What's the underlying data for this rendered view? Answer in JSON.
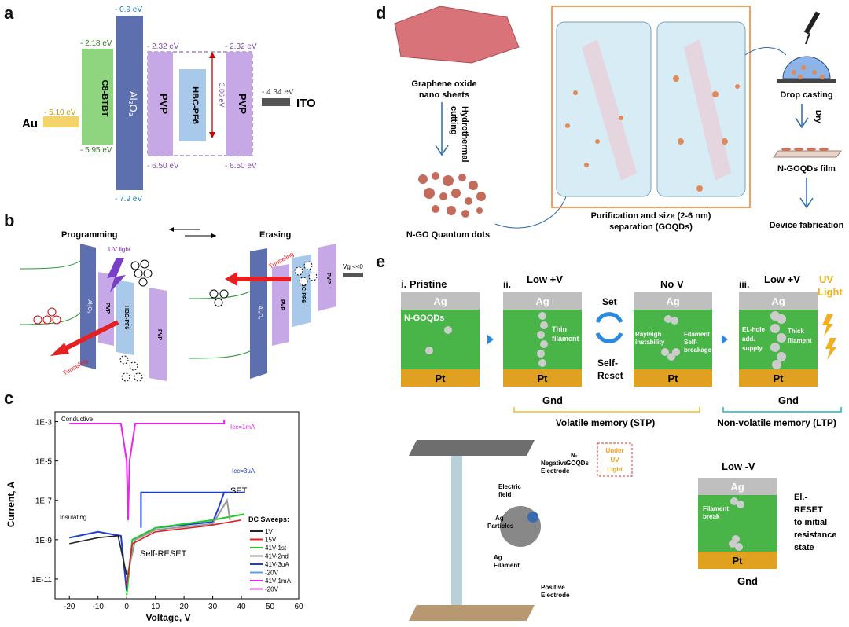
{
  "panels": {
    "a": {
      "label": "a",
      "levels": {
        "au": "- 5.10 eV",
        "c8_top": "- 2.18 eV",
        "c8_bot": "- 5.95 eV",
        "al_top": "- 0.9 eV",
        "al_bot": "- 7.9 eV",
        "pvp1_top": "- 2.32 eV",
        "pvp1_bot": "- 6.50 eV",
        "pvp2_top": "- 2.32 eV",
        "pvp2_bot": "- 6.50 eV",
        "gap": "3.06 eV",
        "ito": "- 4.34 eV"
      },
      "blocks": {
        "au": "Au",
        "c8": "C8-BTBT",
        "al": "Al₂O₃",
        "pvp1": "PVP",
        "hbc": "HBC-PF6",
        "pvp2": "PVP",
        "ito": "ITO"
      }
    },
    "b": {
      "label": "b",
      "programming": "Programming",
      "erasing": "Erasing",
      "uv": "UV light",
      "tunneling_left": "Tunneling",
      "tunneling_right": "Tunneling",
      "vg": "Vg <<0",
      "al": "Al₂O₃",
      "pvp": "PVP",
      "hbc": "HBC-PF6"
    },
    "c": {
      "label": "c",
      "conductive": "Conductive",
      "insulating": "Insulating",
      "icc1": "Icc=1mA",
      "icc2": "Icc=3uA",
      "set": "SET",
      "self_reset": "Self-RESET",
      "legend_title": "DC Sweeps:"
    },
    "d": {
      "label": "d",
      "go_sheets": [
        "Graphene oxide",
        "nano sheets"
      ],
      "hydro": [
        "Hydrothermal",
        "cutting"
      ],
      "qd": "N-GO Quantum dots",
      "purif": [
        "Purification and size (2-6 nm)",
        "separation (GOQDs)"
      ],
      "drop": "Drop casting",
      "dry": "Dry",
      "film": "N-GOQDs film",
      "fab": "Device fabrication"
    },
    "e": {
      "label": "e",
      "pristine": "i.   Pristine",
      "ii": "ii.",
      "iii": "iii.",
      "low_v": "Low +V",
      "no_v": "No V",
      "low_v3": "Low +V",
      "uv": [
        "UV",
        "Light"
      ],
      "ag": "Ag",
      "pt": "Pt",
      "ngoqds": "N-GOQDs",
      "thin": [
        "Thin",
        "filament"
      ],
      "set": "Set",
      "self_reset": [
        "Self-",
        "Reset"
      ],
      "rayleigh": [
        "Rayleigh",
        "instability"
      ],
      "breakage": [
        "Filament",
        "Self-",
        "breakage"
      ],
      "elhole": [
        "El.-hole",
        "add.",
        "supply"
      ],
      "thick": [
        "Thick",
        "filament"
      ],
      "gnd": "Gnd",
      "volatile": "Volatile memory (STP)",
      "nonvolatile": "Non-volatile memory (LTP)",
      "neg": [
        "Negative",
        "Electrode"
      ],
      "efield": [
        "Electric",
        "field"
      ],
      "agp": [
        "Ag",
        "Particles"
      ],
      "agf": [
        "Ag",
        "Filament"
      ],
      "pos": [
        "Positive",
        "Electrode"
      ],
      "ngoqds2": [
        "N-",
        "GOQDs"
      ],
      "underuv": [
        "Under",
        "UV",
        "Light"
      ],
      "low_neg": "Low -V",
      "fbreak": [
        "Filament",
        "break"
      ],
      "reset": [
        "El.-",
        "RESET",
        "to initial",
        "resistance",
        "state"
      ]
    }
  },
  "chart_data": {
    "type": "line",
    "xlabel": "Voltage, V",
    "ylabel": "Current, A",
    "xlim": [
      -25,
      60
    ],
    "x_ticks": [
      "-20",
      "-10",
      "0",
      "10",
      "20",
      "30",
      "40",
      "50",
      "60"
    ],
    "y_ticks": [
      "1E-11",
      "1E-9",
      "1E-7",
      "1E-5",
      "1E-3"
    ],
    "ylim_log10": [
      -12,
      -2.5
    ],
    "legend_position": "lower-right",
    "series": [
      {
        "name": "1V",
        "color": "#222222"
      },
      {
        "name": "15V",
        "color": "#e02020"
      },
      {
        "name": "41V-1st",
        "color": "#22cc22"
      },
      {
        "name": "41V-2nd",
        "color": "#999999"
      },
      {
        "name": "41V-3uA",
        "color": "#1f3fd0"
      },
      {
        "name": "-20V",
        "color": "#5aa0e8"
      },
      {
        "name": "41V-1mA",
        "color": "#ee22ee"
      },
      {
        "name": "-20V",
        "color": "#dd44dd"
      }
    ]
  }
}
